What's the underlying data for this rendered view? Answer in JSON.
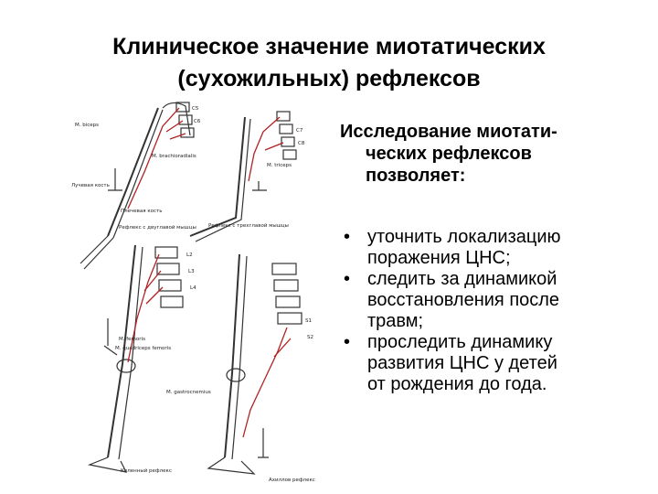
{
  "slide": {
    "title_lines": [
      "Клиническое значение миотатических",
      "(сухожильных) рефлексов"
    ],
    "lead_lines": [
      "Исследование миотати-",
      "ческих рефлексов",
      "позволяет:"
    ],
    "bullet_symbol": "•",
    "bullets": [
      [
        "уточнить локализацию",
        "поражения ЦНС;"
      ],
      [
        "следить за динамикой",
        "восстановления после",
        "травм;"
      ],
      [
        "проследить динамику",
        "развития ЦНС у детей",
        "от рождения до года."
      ]
    ]
  },
  "figure": {
    "labels": {
      "biceps": "M. biceps",
      "triceps": "M. triceps",
      "brachioradialis": "M. brachioradialis",
      "radius": "Лучевая кость",
      "humerus": "Плечевая кость",
      "reflex_biceps": "Рефлекс с двуглавой мышцы",
      "reflex_triceps": "Рефлекс с трехглавой мышцы",
      "femoris": "M. femoris",
      "adductor": "M. quadriceps femoris",
      "gastrocnemius": "M. gastrocnemius",
      "knee_reflex": "Коленный рефлекс",
      "achilles_reflex": "Ахиллов рефлекс",
      "c5": "C5",
      "c6": "C6",
      "c7": "C7",
      "c8": "C8",
      "l2": "L2",
      "l3": "L3",
      "l4": "L4",
      "s1": "S1",
      "s2": "S2"
    },
    "colors": {
      "nerve": "#b22222",
      "bone": "#333333"
    }
  }
}
